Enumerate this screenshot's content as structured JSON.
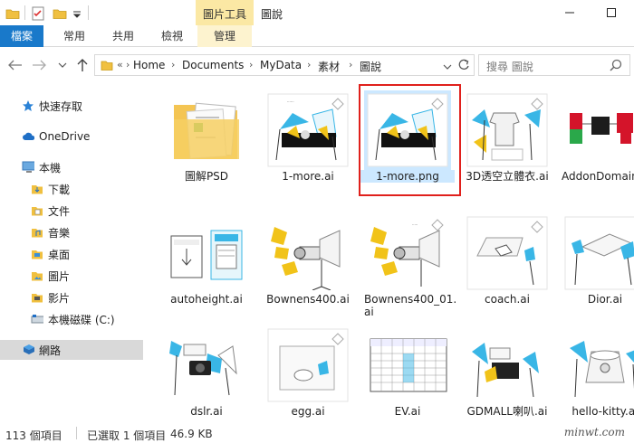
{
  "titlebar": {
    "context_tab": "圖片工具",
    "window_title": "圖說"
  },
  "tabs": {
    "file": "檔案",
    "home": "常用",
    "share": "共用",
    "view": "檢視",
    "manage": "管理"
  },
  "address": {
    "overflow": "«",
    "crumbs": [
      "Home",
      "Documents",
      "MyData",
      "素材",
      "圖說"
    ]
  },
  "search": {
    "placeholder": "搜尋 圖說"
  },
  "nav": {
    "quick_access": "快速存取",
    "onedrive": "OneDrive",
    "this_pc": "本機",
    "downloads": "下載",
    "documents": "文件",
    "music": "音樂",
    "desktop": "桌面",
    "pictures": "圖片",
    "videos": "影片",
    "local_disk": "本機磁碟 (C:)",
    "network": "網路"
  },
  "files": [
    {
      "name": "圖解PSD"
    },
    {
      "name": "1-more.ai"
    },
    {
      "name": "1-more.png"
    },
    {
      "name": "3D透空立體衣.ai"
    },
    {
      "name": "AddonDomain.ai"
    },
    {
      "name": "autoheight.ai"
    },
    {
      "name": "Bownens400.ai"
    },
    {
      "name": "Bownens400_01.ai"
    },
    {
      "name": "coach.ai"
    },
    {
      "name": "Dior.ai"
    },
    {
      "name": "dslr.ai"
    },
    {
      "name": "egg.ai"
    },
    {
      "name": "EV.ai"
    },
    {
      "name": "GDMALL喇叭.ai"
    },
    {
      "name": "hello-kitty.ai"
    }
  ],
  "status": {
    "count": "113 個項目",
    "selected": "已選取 1 個項目",
    "size": "46.9 KB"
  },
  "watermark": "minwt.com",
  "colors": {
    "accent": "#1979ca",
    "context": "#fbe8a4",
    "selection": "#cce8ff",
    "highlight_frame": "#e0201c"
  }
}
